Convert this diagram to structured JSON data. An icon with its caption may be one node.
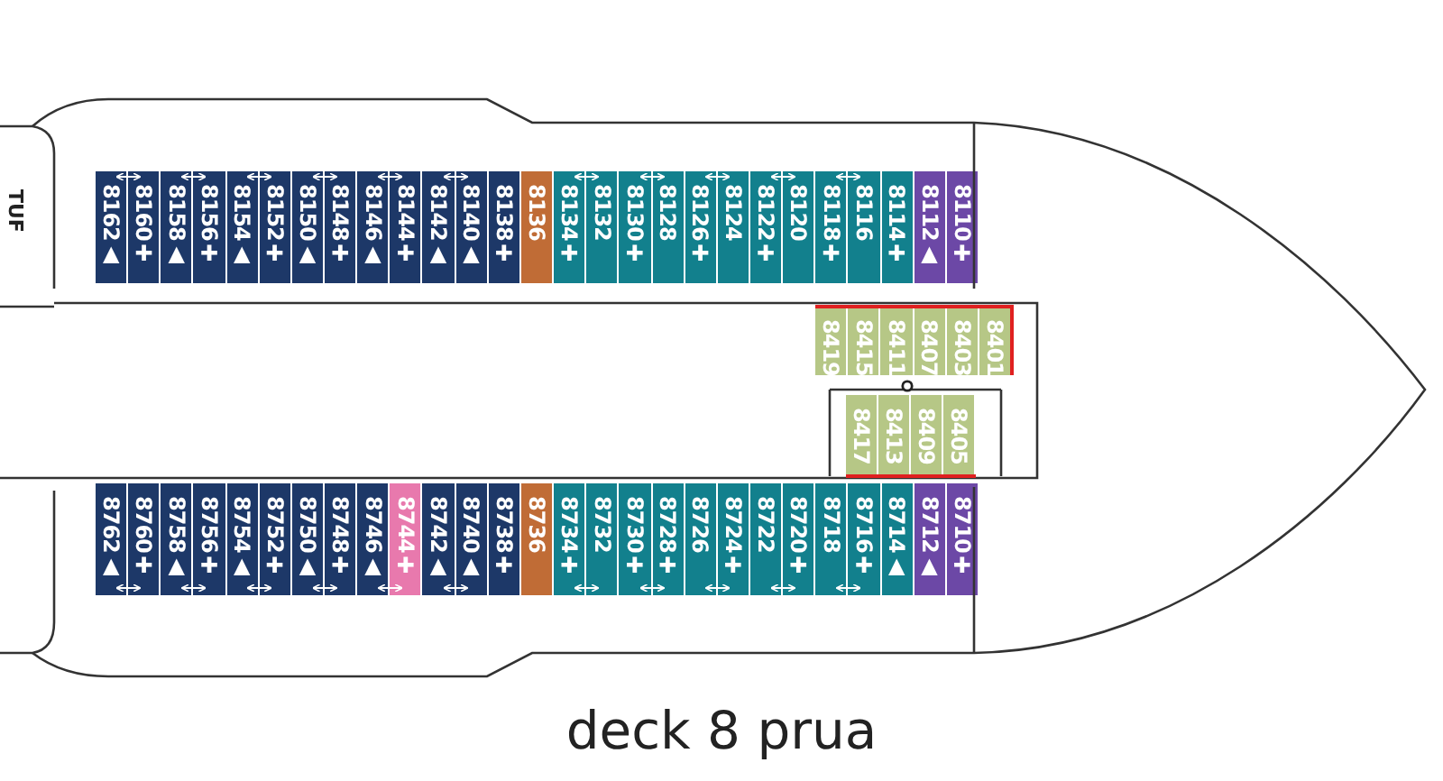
{
  "diagram": {
    "title": "deck 8 prua",
    "nodes": [
      {
        "text": [
          "8162▲"
        ]
      },
      {
        "text": [
          "8160✚"
        ]
      },
      {
        "text": [
          "8158▲"
        ]
      },
      {
        "text": [
          "8156✚"
        ]
      },
      {
        "text": [
          "8154▲"
        ]
      },
      {
        "text": [
          "8152✚"
        ]
      },
      {
        "text": [
          "8150▲"
        ]
      },
      {
        "text": [
          "8148✚"
        ]
      },
      {
        "text": [
          "8146▲"
        ]
      },
      {
        "text": [
          "8144✚"
        ]
      },
      {
        "text": [
          "8142▲"
        ]
      },
      {
        "text": [
          "8140▲"
        ]
      },
      {
        "text": [
          "8138✚"
        ]
      },
      {
        "text": [
          "8136"
        ]
      },
      {
        "text": [
          "8134✚"
        ]
      },
      {
        "text": [
          "8132"
        ]
      },
      {
        "text": [
          "8130✚"
        ]
      },
      {
        "text": [
          "8128"
        ]
      },
      {
        "text": [
          "8126✚"
        ]
      },
      {
        "text": [
          "8124"
        ]
      },
      {
        "text": [
          "8122✚"
        ]
      },
      {
        "text": [
          "8120"
        ]
      },
      {
        "text": [
          "8118✚"
        ]
      },
      {
        "text": [
          "8116"
        ]
      },
      {
        "text": [
          "8114✚"
        ]
      },
      {
        "text": [
          "8112▲"
        ]
      },
      {
        "text": [
          "8110✚"
        ]
      },
      {
        "text": [
          "8419"
        ]
      },
      {
        "text": [
          "8415"
        ]
      },
      {
        "text": [
          "8411"
        ]
      },
      {
        "text": [
          "8407"
        ]
      },
      {
        "text": [
          "8403"
        ]
      },
      {
        "text": [
          "8401"
        ]
      },
      {
        "text": [
          "8417"
        ]
      },
      {
        "text": [
          "8413"
        ]
      },
      {
        "text": [
          "8409"
        ]
      },
      {
        "text": [
          "8405"
        ]
      },
      {
        "text": [
          "8762▲"
        ]
      },
      {
        "text": [
          "8760✚"
        ]
      },
      {
        "text": [
          "8758▲"
        ]
      },
      {
        "text": [
          "8756✚"
        ]
      },
      {
        "text": [
          "8754▲"
        ]
      },
      {
        "text": [
          "8752✚"
        ]
      },
      {
        "text": [
          "8750▲"
        ]
      },
      {
        "text": [
          "8748✚"
        ]
      },
      {
        "text": [
          "8746▲"
        ]
      },
      {
        "text": [
          "8744✚"
        ]
      },
      {
        "text": [
          "8742▲"
        ]
      },
      {
        "text": [
          "8740▲"
        ]
      },
      {
        "text": [
          "8738✚"
        ]
      },
      {
        "text": [
          "8736"
        ]
      },
      {
        "text": [
          "8734✚"
        ]
      },
      {
        "text": [
          "8732"
        ]
      },
      {
        "text": [
          "8730✚"
        ]
      },
      {
        "text": [
          "8728✚"
        ]
      },
      {
        "text": [
          "8726"
        ]
      },
      {
        "text": [
          "8724✚"
        ]
      },
      {
        "text": [
          "8722"
        ]
      },
      {
        "text": [
          "8720✚"
        ]
      },
      {
        "text": [
          "8718"
        ]
      },
      {
        "text": [
          "8716✚"
        ]
      },
      {
        "text": [
          "8714▲"
        ]
      },
      {
        "text": [
          "8712▲"
        ]
      },
      {
        "text": [
          "8710✚"
        ]
      }
    ],
    "edges": [
      {
        "from": 0,
        "to": 1,
        "arrow": "both"
      },
      {
        "from": 2,
        "to": 3,
        "arrow": "both"
      },
      {
        "from": 4,
        "to": 5,
        "arrow": "both"
      },
      {
        "from": 6,
        "to": 7,
        "arrow": "both"
      },
      {
        "from": 8,
        "to": 9,
        "arrow": "both"
      },
      {
        "from": 10,
        "to": 11,
        "arrow": "both"
      },
      {
        "from": 14,
        "to": 15,
        "arrow": "both"
      },
      {
        "from": 16,
        "to": 17,
        "arrow": "both"
      },
      {
        "from": 18,
        "to": 19,
        "arrow": "both"
      },
      {
        "from": 20,
        "to": 21,
        "arrow": "both"
      },
      {
        "from": 22,
        "to": 23,
        "arrow": "both"
      },
      {
        "from": 37,
        "to": 38,
        "arrow": "both"
      },
      {
        "from": 39,
        "to": 40,
        "arrow": "both"
      },
      {
        "from": 41,
        "to": 42,
        "arrow": "both"
      },
      {
        "from": 43,
        "to": 44,
        "arrow": "both"
      },
      {
        "from": 45,
        "to": 46,
        "arrow": "both"
      },
      {
        "from": 47,
        "to": 48,
        "arrow": "both"
      },
      {
        "from": 51,
        "to": 52,
        "arrow": "both"
      },
      {
        "from": 53,
        "to": 54,
        "arrow": "both"
      },
      {
        "from": 55,
        "to": 56,
        "arrow": "both"
      },
      {
        "from": 57,
        "to": 58,
        "arrow": "both"
      },
      {
        "from": 59,
        "to": 60,
        "arrow": "both"
      }
    ],
    "labels": [
      "TUF"
    ]
  }
}
